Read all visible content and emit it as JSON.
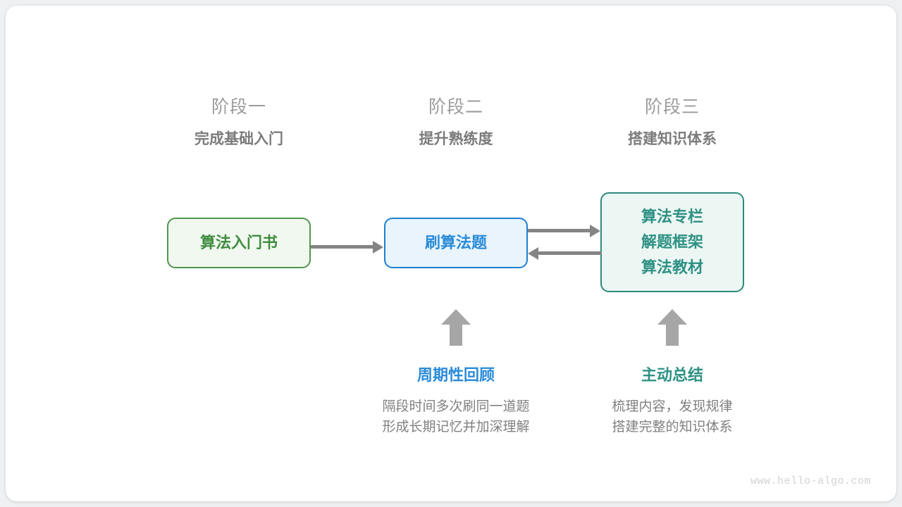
{
  "stages": [
    {
      "name": "阶段一",
      "subtitle": "完成基础入门"
    },
    {
      "name": "阶段二",
      "subtitle": "提升熟练度"
    },
    {
      "name": "阶段三",
      "subtitle": "搭建知识体系"
    }
  ],
  "nodes": {
    "book": {
      "label": "算法入门书",
      "border_color": "#52954f",
      "fill_color": "#f1f8ef",
      "text_color": "#3f8c3f"
    },
    "practice": {
      "label": "刷算法题",
      "border_color": "#1c7fd2",
      "fill_color": "#e9f4fd",
      "text_color": "#2a8bd8"
    },
    "knowledge": {
      "lines": [
        "算法专栏",
        "解题框架",
        "算法教材"
      ],
      "border_color": "#2c8a7e",
      "fill_color": "#ecf6f3",
      "text_color": "#2e9184"
    }
  },
  "connectors": {
    "arrow_color": "#848484",
    "book_to_practice": "right",
    "practice_to_knowledge": "right",
    "knowledge_to_practice": "left"
  },
  "notes": [
    {
      "title": "周期性回顾",
      "color": "#2a8bd8",
      "desc_lines": [
        "隔段时间多次刷同一道题",
        "形成长期记忆并加深理解"
      ]
    },
    {
      "title": "主动总结",
      "color": "#2e9184",
      "desc_lines": [
        "梳理内容，发现规律",
        "搭建完整的知识体系"
      ]
    }
  ],
  "watermark": "www.hello-algo.com"
}
